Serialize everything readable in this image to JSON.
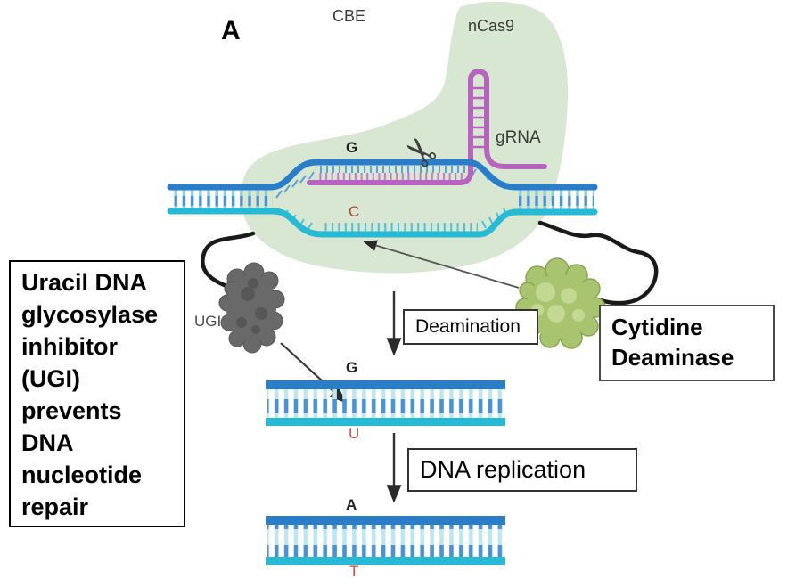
{
  "panel": {
    "label": "A"
  },
  "labels": {
    "cbe": "CBE",
    "ncas9": "nCas9",
    "grna": "gRNA",
    "ugi": "UGI"
  },
  "bases": {
    "bubble_top": "G",
    "bubble_bottom": "C",
    "mid_top": "G",
    "mid_bottom": "U",
    "bottom_top": "A",
    "bottom_bottom": "T"
  },
  "callouts": {
    "ugi_note": "Uracil DNA glycosylase inhibitor (UGI) prevents DNA nucleotide repair",
    "deamination": "Deamination",
    "dna_replication": "DNA replication",
    "cytidine_deaminase": "Cytidine Deaminase"
  },
  "icons": {
    "scissors": "✂"
  },
  "colors": {
    "ncas9_body": "#d8e7d2",
    "dna_top_strand": "#2a7ec9",
    "dna_bottom_strand": "#26bad4",
    "grna": "#b763bf",
    "ugi_protein": "#696969",
    "deaminase_protein": "#a9c46f",
    "mutated_base_red": "#cf4a44",
    "linker": "#1a1a1a"
  }
}
